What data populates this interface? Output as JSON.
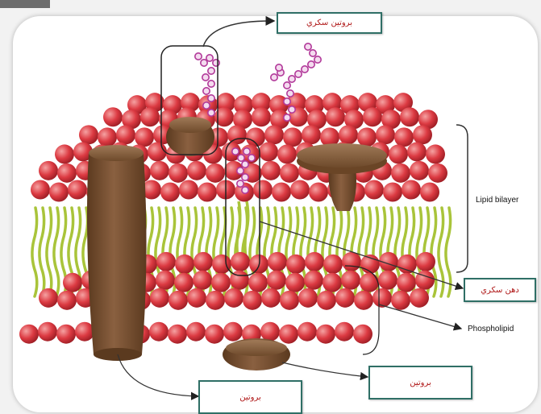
{
  "labels": {
    "glycoprotein": "بروتين سكري",
    "lipid_bilayer": "Lipid bilayer",
    "glycolipid": "دهن سكري",
    "phospholipid": "Phospholipid",
    "protein_right": "بروتين",
    "protein_left": "بروتين"
  },
  "colors": {
    "lipid_head": "#d9363e",
    "lipid_tail": "#a9c43a",
    "protein": "#7a5230",
    "sugar_chain": "#b23a9a",
    "label_border": "#2f6f66",
    "label_text": "#b01919"
  }
}
